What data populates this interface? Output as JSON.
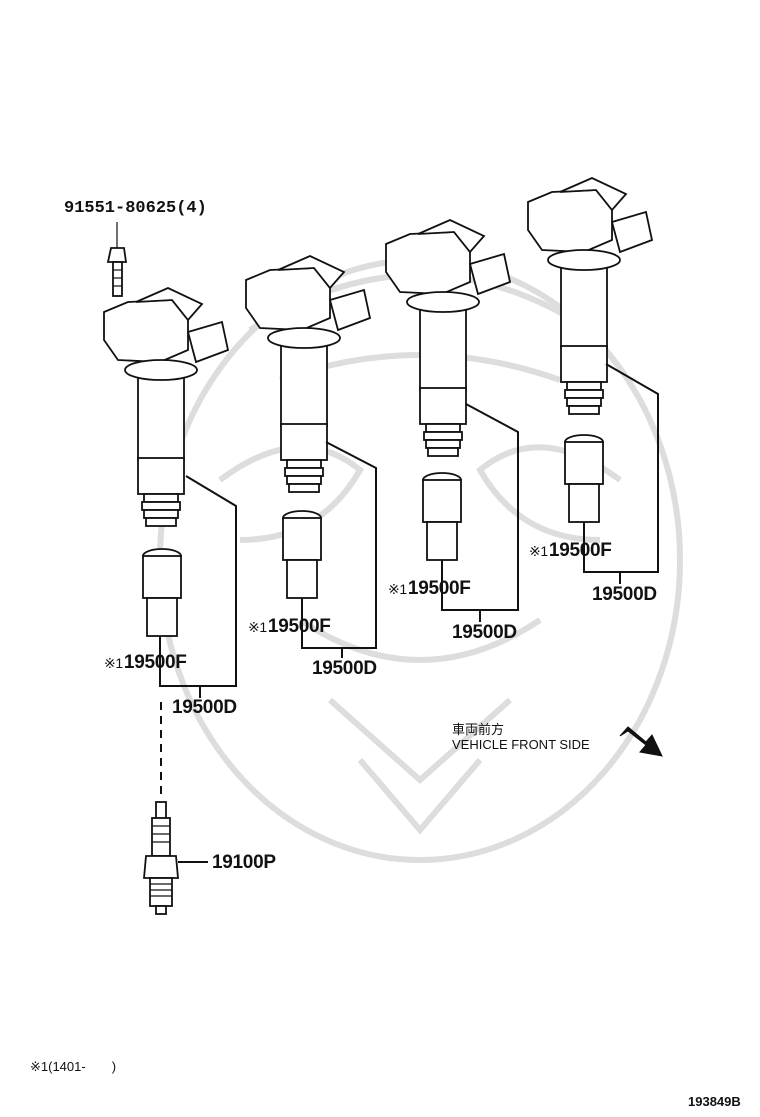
{
  "labels": {
    "bolt": "91551-80625(4)",
    "spark_plug": "19100P",
    "coil": "19500D",
    "boot": "19500F",
    "marker": "※1"
  },
  "direction": {
    "jp": "車両前方",
    "en": "VEHICLE FRONT SIDE"
  },
  "footnote": {
    "marker": "※1",
    "text": "(1401-　　)"
  },
  "figure_number": "193849B",
  "colors": {
    "line": "#111111",
    "watermark": "#dddddd",
    "background": "#ffffff"
  }
}
